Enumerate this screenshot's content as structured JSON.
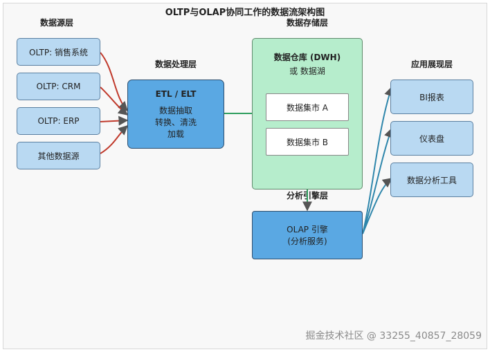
{
  "title": "OLTP与OLAP协同工作的数据流架构图",
  "layers": {
    "source": "数据源层",
    "processing": "数据处理层",
    "storage": "数据存储层",
    "analysis": "分析引擎层",
    "application": "应用展现层"
  },
  "sources": [
    "OLTP: 销售系统",
    "OLTP: CRM",
    "OLTP: ERP",
    "其他数据源"
  ],
  "etl": {
    "title": "ETL / ELT",
    "line1": "数据抽取",
    "line2": "转换、清洗",
    "line3": "加载"
  },
  "dwh": {
    "title": "数据仓库 (DWH)",
    "subtitle": "或 数据湖",
    "marts": [
      "数据集市 A",
      "数据集市 B"
    ]
  },
  "olap": {
    "line1": "OLAP 引擎",
    "line2": "(分析服务)"
  },
  "apps": [
    "BI报表",
    "仪表盘",
    "数据分析工具"
  ],
  "watermark": "掘金技术社区 @ 33255_40857_28059",
  "colors": {
    "source_arrow": "#c0392b",
    "storage_arrow": "#2e9e5e",
    "app_arrow": "#2e86ab",
    "arrow_head": "#555555"
  }
}
